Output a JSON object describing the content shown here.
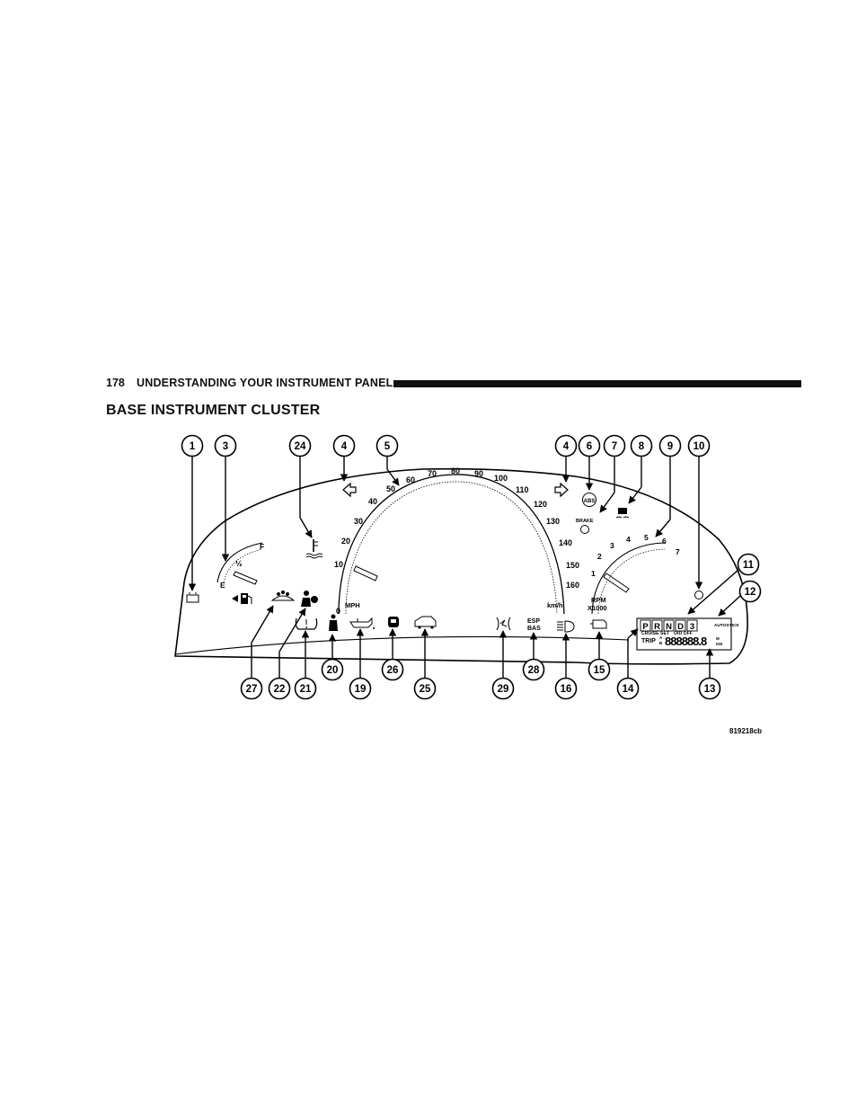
{
  "header": {
    "page_number": "178",
    "section": "UNDERSTANDING YOUR INSTRUMENT PANEL"
  },
  "heading": "BASE INSTRUMENT CLUSTER",
  "figure": {
    "top_callouts": [
      "1",
      "3",
      "24",
      "4",
      "5",
      "4",
      "6",
      "7",
      "8",
      "9",
      "10"
    ],
    "right_callouts": [
      "11",
      "12"
    ],
    "lower_row1": [
      "20",
      "26",
      "28",
      "15"
    ],
    "lower_row2": [
      "27",
      "22",
      "21",
      "19",
      "25",
      "29",
      "16",
      "14",
      "13"
    ],
    "speed_labels": [
      "0",
      "10",
      "20",
      "30",
      "40",
      "50",
      "60",
      "70",
      "80",
      "90",
      "100",
      "110",
      "120",
      "130",
      "140",
      "150",
      "160"
    ],
    "speed_unit": "MPH",
    "speed_unit_metric": "km/h",
    "tach_labels": [
      "1",
      "2",
      "3",
      "4",
      "5",
      "6",
      "7"
    ],
    "tach_unit": "RPM",
    "tach_unit2": "X1000",
    "fuel_full": "F",
    "fuel_half": "½",
    "fuel_empty": "E",
    "abs_label": "ABS",
    "brake_label": "BRAKE",
    "esp_line1": "ESP",
    "esp_line2": "BAS",
    "prnd": [
      "P",
      "R",
      "N",
      "D",
      "3"
    ],
    "autostick": "AUTOSTICK",
    "cruise_set": "CRUISE SET",
    "od_off": "O/D OFF",
    "trip": "TRIP",
    "trip_a": "A",
    "trip_b": "B",
    "odometer": "888888.8",
    "unit_m": "M",
    "unit_km": "KM",
    "figure_code": "819218cb"
  }
}
